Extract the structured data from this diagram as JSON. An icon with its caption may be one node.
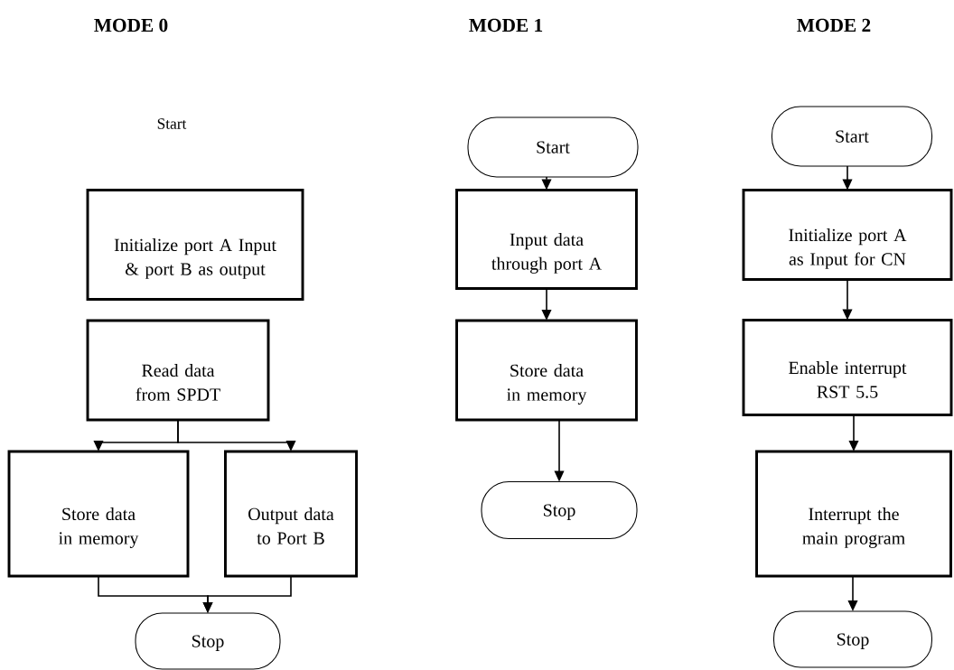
{
  "diagram": {
    "nodes": [
      {
        "text": [
          "Initialize port A Input & port B as output"
        ]
      },
      {
        "text": [
          "Read data from SPDT"
        ]
      },
      {
        "text": [
          "Store data in memory"
        ]
      },
      {
        "text": [
          "Output data to Port B"
        ]
      },
      {
        "text": [
          "Stop"
        ]
      },
      {
        "text": [
          "Start"
        ]
      },
      {
        "text": [
          "Input data through port A"
        ]
      },
      {
        "text": [
          "Store data in memory"
        ]
      },
      {
        "text": [
          "Stop"
        ]
      },
      {
        "text": [
          "Start"
        ]
      },
      {
        "text": [
          "Initialize port A as Input for CN"
        ]
      },
      {
        "text": [
          "Enable interrupt RST 5.5"
        ]
      },
      {
        "text": [
          "Interrupt the main program"
        ]
      },
      {
        "text": [
          "Stop"
        ]
      }
    ],
    "edges": [
      {
        "from": 1,
        "to": 2,
        "arrow": "to"
      },
      {
        "from": 1,
        "to": 3,
        "arrow": "to"
      },
      {
        "from": 2,
        "to": 4,
        "arrow": "to"
      },
      {
        "from": 3,
        "to": 4,
        "arrow": "to"
      },
      {
        "from": 5,
        "to": 6,
        "arrow": "to"
      },
      {
        "from": 6,
        "to": 7,
        "arrow": "to"
      },
      {
        "from": 7,
        "to": 8,
        "arrow": "to"
      },
      {
        "from": 9,
        "to": 10,
        "arrow": "to"
      },
      {
        "from": 10,
        "to": 11,
        "arrow": "to"
      },
      {
        "from": 11,
        "to": 12,
        "arrow": "to"
      },
      {
        "from": 12,
        "to": 13,
        "arrow": "to"
      }
    ],
    "labels": [
      "MODE 0",
      "MODE 1",
      "MODE 2",
      "Start"
    ]
  }
}
